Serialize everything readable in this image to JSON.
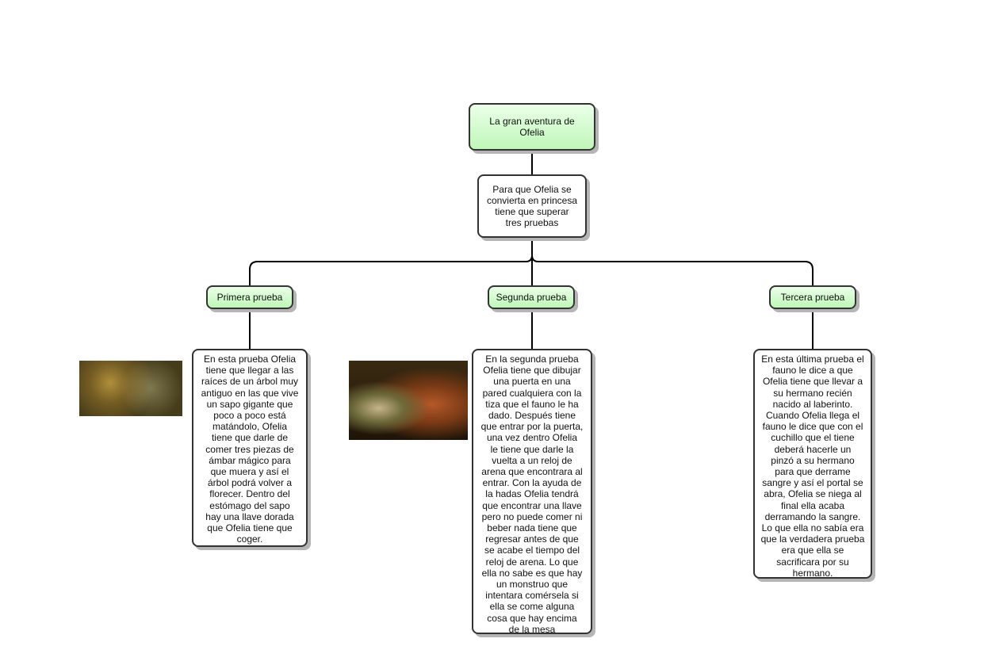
{
  "root": {
    "title": "La gran aventura de\nOfelia"
  },
  "intro": {
    "text": "Para que Ofelia se\nconvierta en princesa\ntiene que superar\ntres pruebas"
  },
  "trials": [
    {
      "label": "Primera prueba",
      "text": "En esta prueba Ofelia\ntiene que llegar a las\nraíces de un árbol muy\nantiguo en las que vive\nun sapo gigante que\npoco a poco está\nmatándolo, Ofelia\ntiene que darle de\ncomer tres piezas de\námbar mágico para\nque muera y así el\nárbol podrá volver a\nflorecer. Dentro del\nestómago del sapo\nhay una llave dorada\nque Ofelia tiene que\ncoger."
    },
    {
      "label": "Segunda prueba",
      "text": "En la segunda prueba\nOfelia tiene que dibujar\nuna puerta en una\npared cualquiera con la\ntiza que el fauno le ha\ndado. Después tiene\nque entrar por la puerta,\nuna vez  dentro Ofelia\nle tiene que darle la\nvuelta a un reloj de\narena que encontrara al\nentrar. Con la ayuda de\nla hadas Ofelia tendrá\nque encontrar una llave\npero no puede comer ni\nbeber nada  tiene que\nregresar antes de que\nse acabe el tiempo del\nreloj de arena. Lo que\nella no sabe es que hay\nun monstruo que\nintentara comérsela si\nella se come alguna\ncosa que hay encima\nde la mesa"
    },
    {
      "label": "Tercera prueba",
      "text": "En esta última prueba el\nfauno le dice a que\nOfelia tiene que llevar a\nsu hermano recién\nnacido al laberinto.\nCuando Ofelia llega el\nfauno le dice que con el\ncuchillo que el tiene\ndeberá hacerle un\npinzó  a su hermano\npara que derrame\nsangre y así el portal se\nabra, Ofelia se niega  al\nfinal ella acaba\nderramando la sangre.\nLo que ella no sabía era\nque la verdadera prueba\nera que ella se\nsacrificara por su\nhermano."
    }
  ]
}
